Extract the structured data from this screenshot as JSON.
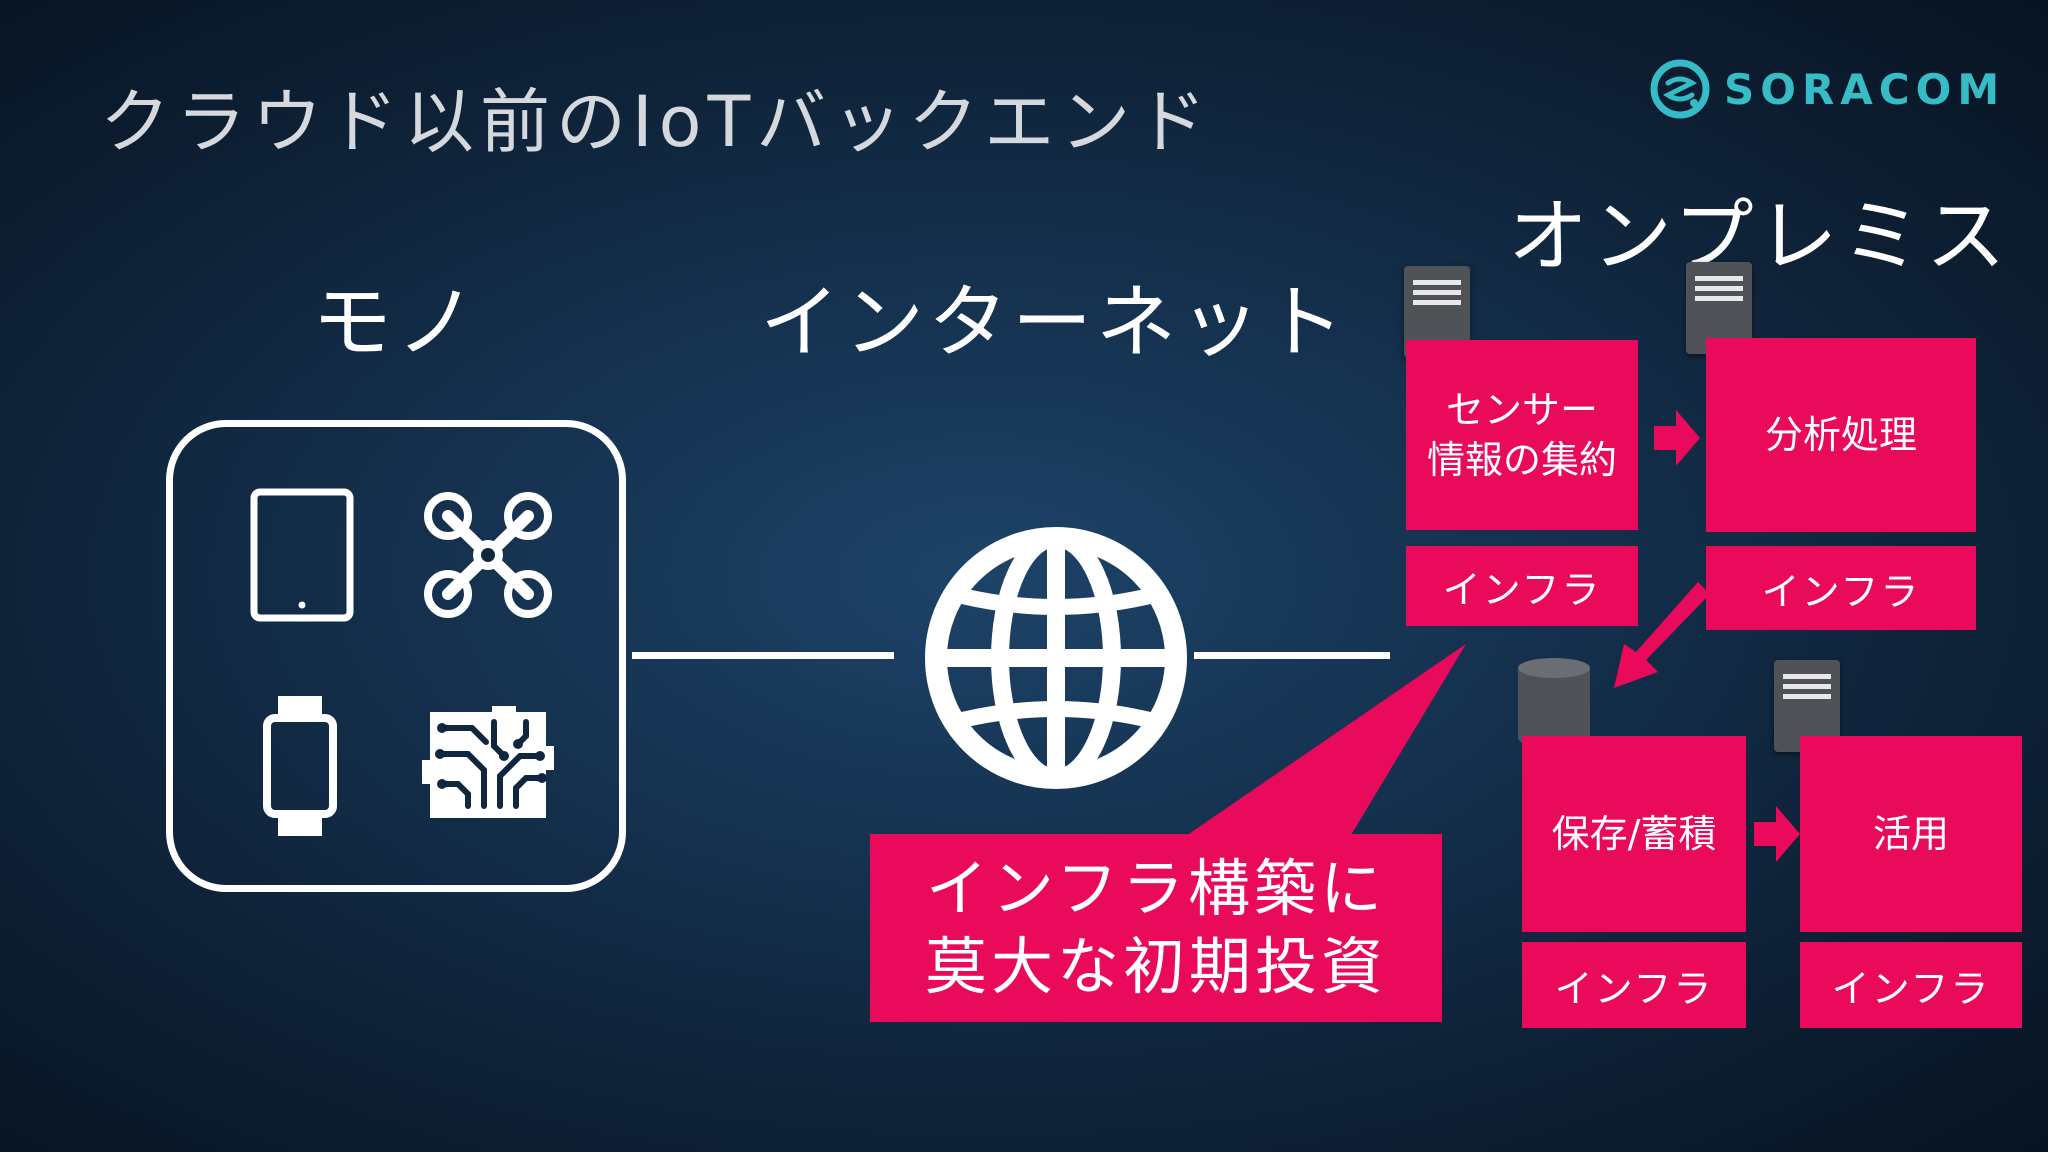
{
  "slide": {
    "title": "クラウド以前のIoTバックエンド",
    "logo": {
      "text": "SORACOM",
      "icon": "soracom-logo-icon",
      "color": "#35bcc6"
    }
  },
  "diagram": {
    "things": {
      "heading": "モノ",
      "icons": [
        "tablet-icon",
        "drone-icon",
        "smartwatch-icon",
        "chip-icon"
      ]
    },
    "internet": {
      "heading": "インターネット",
      "icon": "globe-icon"
    },
    "onpremise": {
      "heading": "オンプレミス",
      "stages": [
        {
          "label": "センサー\n情報の集約",
          "infra": "インフラ",
          "icon": "server-icon"
        },
        {
          "label": "分析処理",
          "infra": "インフラ",
          "icon": "server-icon"
        },
        {
          "label": "保存/蓄積",
          "infra": "インフラ",
          "icon": "database-icon"
        },
        {
          "label": "活用",
          "infra": "インフラ",
          "icon": "server-icon"
        }
      ]
    },
    "callout": {
      "text": "インフラ構築に\n莫大な初期投資"
    }
  },
  "colors": {
    "accent": "#ea0a5c",
    "background": "#0d1f33",
    "teal": "#35bcc6"
  }
}
